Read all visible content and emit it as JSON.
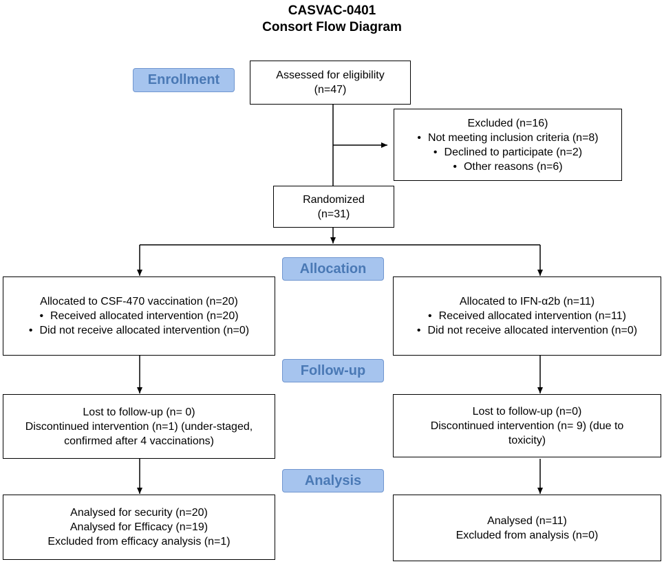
{
  "title": {
    "line1": "CASVAC-0401",
    "line2": "Consort Flow Diagram"
  },
  "stages": {
    "enrollment": "Enrollment",
    "allocation": "Allocation",
    "followup": "Follow-up",
    "analysis": "Analysis"
  },
  "assessed": {
    "line1": "Assessed for eligibility",
    "line2": "(n=47)"
  },
  "excluded": {
    "heading": "Excluded (n=16)",
    "items": [
      "Not meeting inclusion criteria (n=8)",
      "Declined to participate (n=2)",
      "Other reasons (n=6)"
    ]
  },
  "randomized": {
    "line1": "Randomized",
    "line2": "(n=31)"
  },
  "left_arm": {
    "allocation": {
      "heading": "Allocated to CSF-470 vaccination (n=20)",
      "items": [
        "Received allocated intervention (n=20)",
        "Did not receive allocated intervention (n=0)"
      ]
    },
    "followup": [
      "Lost to follow-up (n= 0)",
      "Discontinued intervention (n=1) (under-staged,",
      "confirmed after 4 vaccinations)"
    ],
    "analysis": [
      "Analysed for security (n=20)",
      "Analysed for Efficacy (n=19)",
      "Excluded from efficacy analysis (n=1)"
    ]
  },
  "right_arm": {
    "allocation": {
      "heading": "Allocated to IFN-α2b (n=11)",
      "items": [
        "Received allocated intervention (n=11)",
        "Did not receive allocated intervention (n=0)"
      ]
    },
    "followup": [
      "Lost to follow-up (n=0)",
      "Discontinued intervention (n= 9) (due to",
      "toxicity)"
    ],
    "analysis": [
      "Analysed (n=11)",
      "Excluded from analysis (n=0)"
    ]
  },
  "colors": {
    "stage_fill": "#a6c4ee",
    "stage_border": "#6f95cf",
    "stage_text": "#4a79b5"
  }
}
